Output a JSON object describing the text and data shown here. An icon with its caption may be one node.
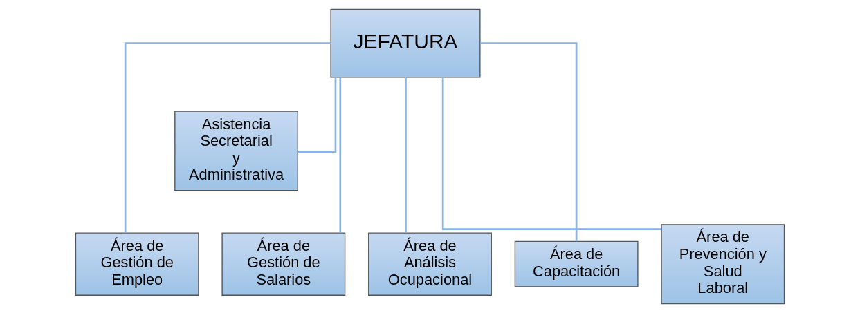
{
  "diagram": {
    "nodes": [
      {
        "text": [
          "JEFATURA"
        ]
      },
      {
        "text": [
          "Asistencia Secretarial y Administrativa"
        ]
      },
      {
        "text": [
          "Área de Gestión de Empleo"
        ]
      },
      {
        "text": [
          "Área de Gestión de Salarios"
        ]
      },
      {
        "text": [
          "Área de Análisis Ocupacional"
        ]
      },
      {
        "text": [
          "Área de Capacitación"
        ]
      },
      {
        "text": [
          "Área de Prevención y Salud Laboral"
        ]
      }
    ],
    "edges": [
      {
        "from": 0,
        "to": 1,
        "arrow": "none"
      },
      {
        "from": 0,
        "to": 2,
        "arrow": "none"
      },
      {
        "from": 0,
        "to": 3,
        "arrow": "none"
      },
      {
        "from": 0,
        "to": 4,
        "arrow": "none"
      },
      {
        "from": 0,
        "to": 5,
        "arrow": "none"
      },
      {
        "from": 0,
        "to": 6,
        "arrow": "none"
      }
    ]
  }
}
